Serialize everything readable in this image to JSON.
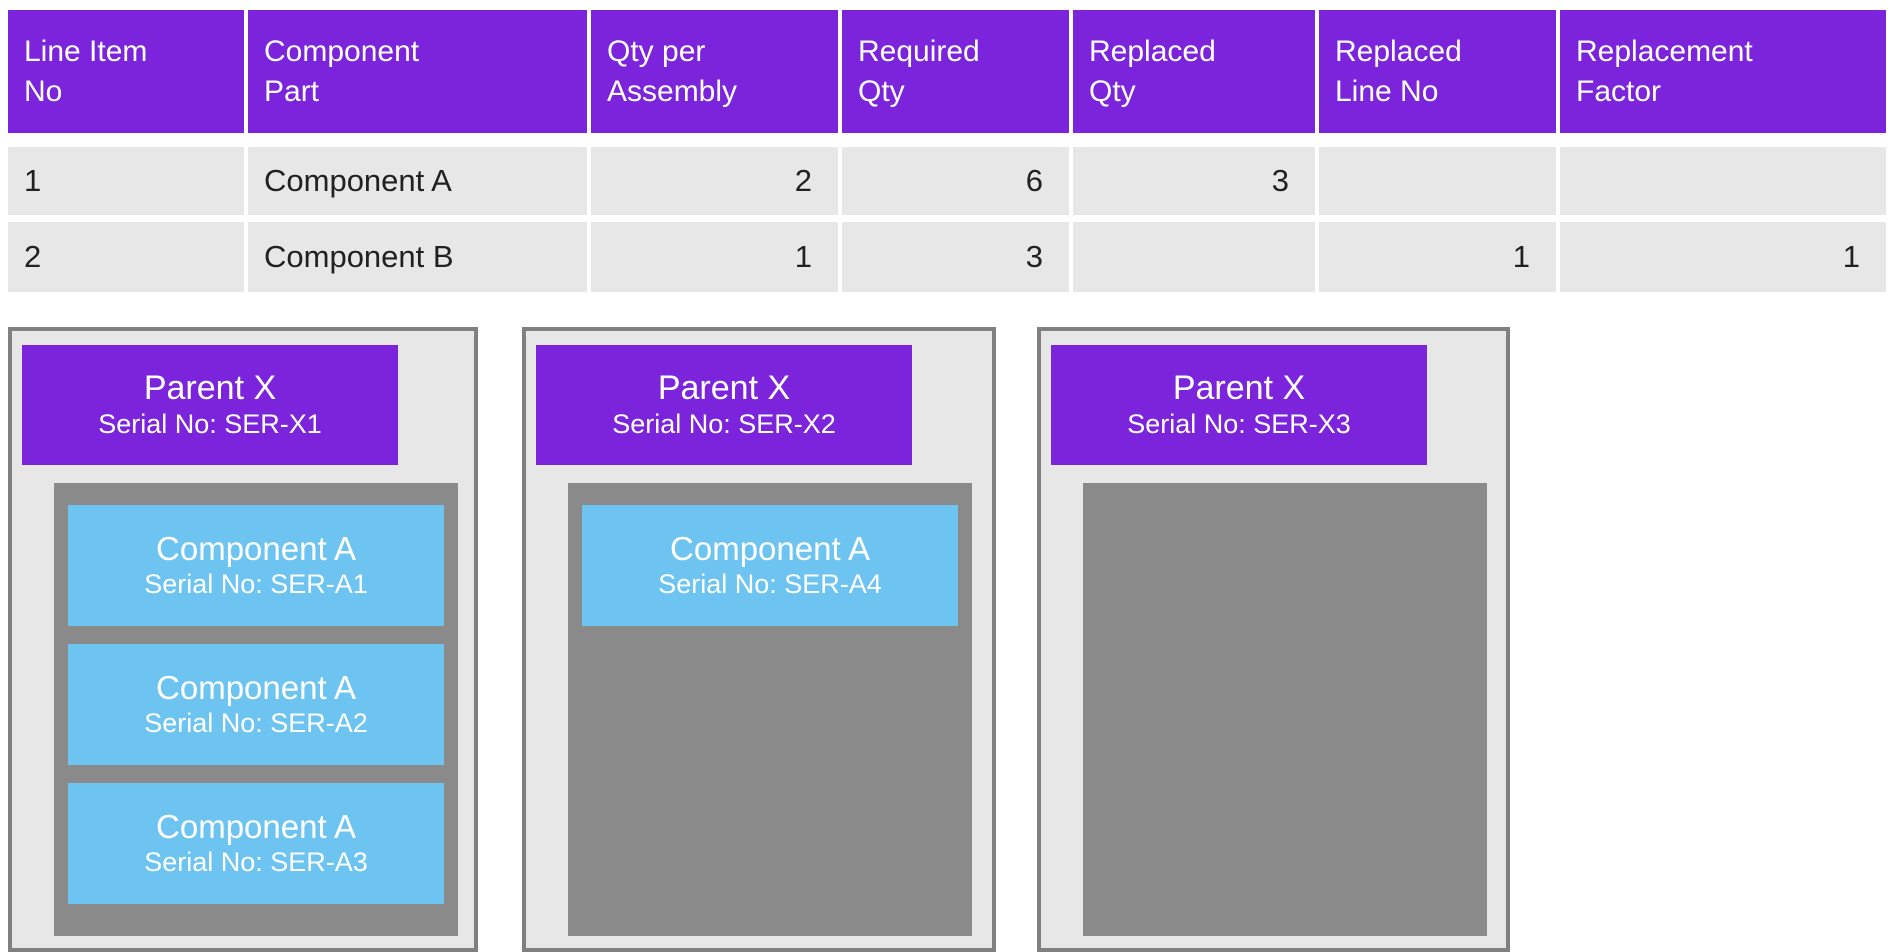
{
  "colors": {
    "header_purple": "#7B24DC",
    "row_gray": "#E7E7E7",
    "container_gray": "#8A8A8A",
    "component_blue": "#6EC4F1",
    "box_border_gray": "#808080",
    "text_dark": "#212121",
    "text_white": "#FFFFFF"
  },
  "table": {
    "headers": [
      "Line Item\nNo",
      "Component\nPart",
      "Qty per\nAssembly",
      "Required\nQty",
      "Replaced\nQty",
      "Replaced\nLine No",
      "Replacement\nFactor"
    ],
    "rows": [
      [
        "1",
        "Component A",
        "2",
        "6",
        "3",
        "",
        ""
      ],
      [
        "2",
        "Component B",
        "1",
        "3",
        "",
        "1",
        "1"
      ]
    ]
  },
  "parents": [
    {
      "title": "Parent X",
      "serial": "Serial No: SER-X1",
      "components": [
        {
          "name": "Component A",
          "serial": "Serial No: SER-A1"
        },
        {
          "name": "Component A",
          "serial": "Serial No: SER-A2"
        },
        {
          "name": "Component A",
          "serial": "Serial No: SER-A3"
        }
      ]
    },
    {
      "title": "Parent X",
      "serial": "Serial No: SER-X2",
      "components": [
        {
          "name": "Component A",
          "serial": "Serial No: SER-A4"
        }
      ]
    },
    {
      "title": "Parent X",
      "serial": "Serial No: SER-X3",
      "components": []
    }
  ]
}
